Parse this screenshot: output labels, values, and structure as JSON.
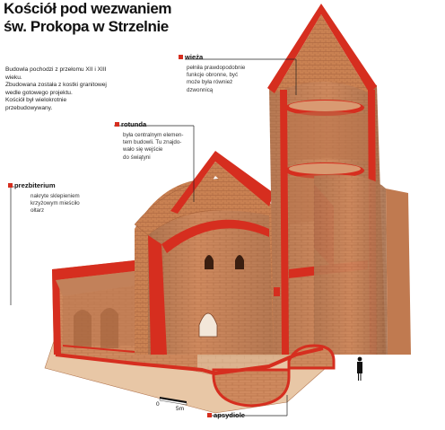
{
  "title": {
    "line1": "Kościół pod wezwaniem",
    "line2": "św. Prokopa w Strzelnie"
  },
  "intro": {
    "lines": [
      "Budowla pochodzi z przełomu XII i XIII wieku.",
      "Zbudowana została z kostki granitowej",
      "wedle gotowego projektu.",
      "Kościół był wielokrotnie",
      "przebudowywany."
    ]
  },
  "labels": {
    "wieza": {
      "name": "wieża",
      "desc": [
        "pełniła prawdopodobnie",
        "funkcje obronne, być",
        "może była również",
        "dzwonnicą"
      ]
    },
    "rotunda": {
      "name": "rotunda",
      "desc": [
        "była centralnym elemen-",
        "tem budowli. Tu znajdo-",
        "wało się wejście",
        "do świątyni"
      ]
    },
    "prezbiterium": {
      "name": "prezbiterium",
      "desc": [
        "nakryte sklepieniem",
        "krzyżowym mieściło",
        "ołtarz"
      ]
    },
    "apsydiole": {
      "name": "apsydiole"
    }
  },
  "scale": {
    "zero": "0",
    "five": "5m"
  },
  "colors": {
    "accent": "#d62e1f",
    "brick": "#cf8a5f",
    "brick_dark": "#a8623d",
    "floor": "#dcb38f",
    "roof": "#c98152"
  }
}
